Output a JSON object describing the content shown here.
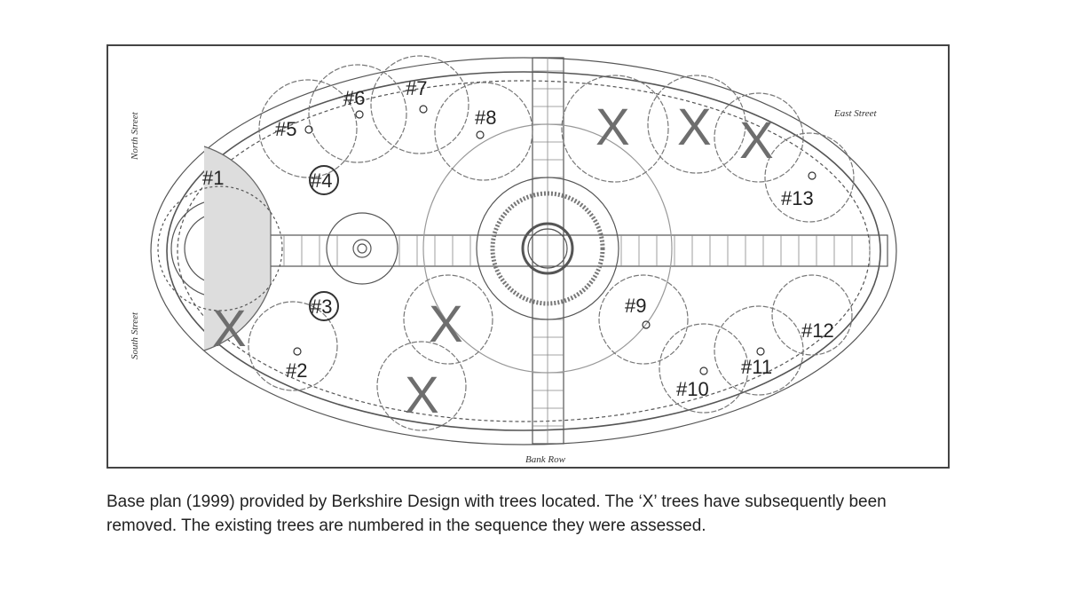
{
  "figure": {
    "streets": {
      "north": "North Street",
      "south": "South Street",
      "east": "East Street",
      "bank": "Bank Row"
    },
    "trees": [
      "#1",
      "#2",
      "#3",
      "#4",
      "#5",
      "#6",
      "#7",
      "#8",
      "#9",
      "#10",
      "#11",
      "#12",
      "#13"
    ],
    "removed_mark": "X"
  },
  "caption": "Base plan (1999) provided by Berkshire Design with trees located. The ‘X’ trees have subsequently been removed. The existing trees are numbered in the sequence they were assessed."
}
